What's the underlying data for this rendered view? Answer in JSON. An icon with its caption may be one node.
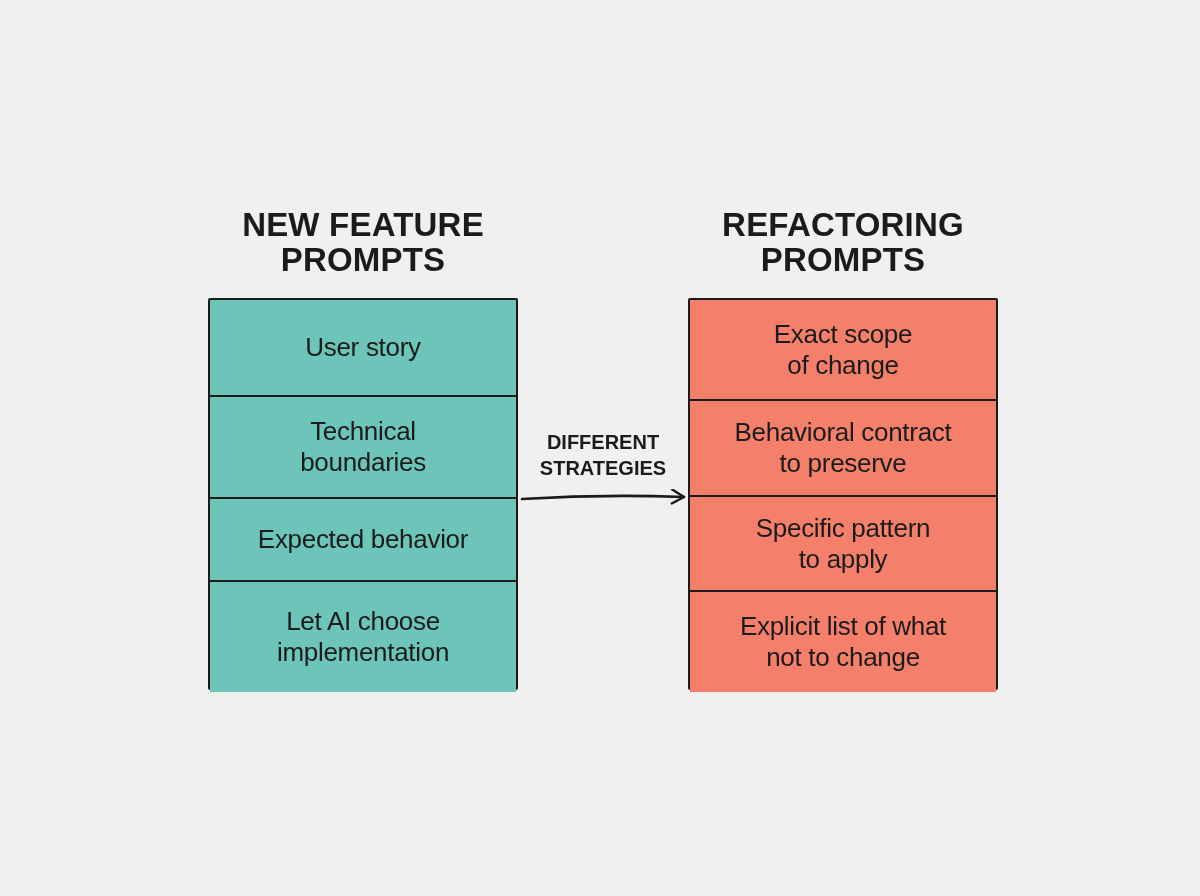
{
  "diagram": {
    "nodes": [
      {
        "text": [
          "NEW FEATURE PROMPTS"
        ]
      },
      {
        "text": [
          "User story"
        ],
        "in": 0
      },
      {
        "text": [
          "Technical boundaries"
        ],
        "in": 0
      },
      {
        "text": [
          "Expected behavior"
        ],
        "in": 0
      },
      {
        "text": [
          "Let AI choose implementation"
        ],
        "in": 0
      },
      {
        "text": [
          "REFACTORING PROMPTS"
        ]
      },
      {
        "text": [
          "Exact scope of change"
        ],
        "in": 5
      },
      {
        "text": [
          "Behavioral contract to preserve"
        ],
        "in": 5
      },
      {
        "text": [
          "Specific pattern to apply"
        ],
        "in": 5
      },
      {
        "text": [
          "Explicit list of what not to change"
        ],
        "in": 5
      }
    ],
    "edges": [
      {
        "from": 0,
        "to": 5,
        "arrow": "to",
        "label": "DIFFERENT STRATEGIES"
      }
    ]
  }
}
